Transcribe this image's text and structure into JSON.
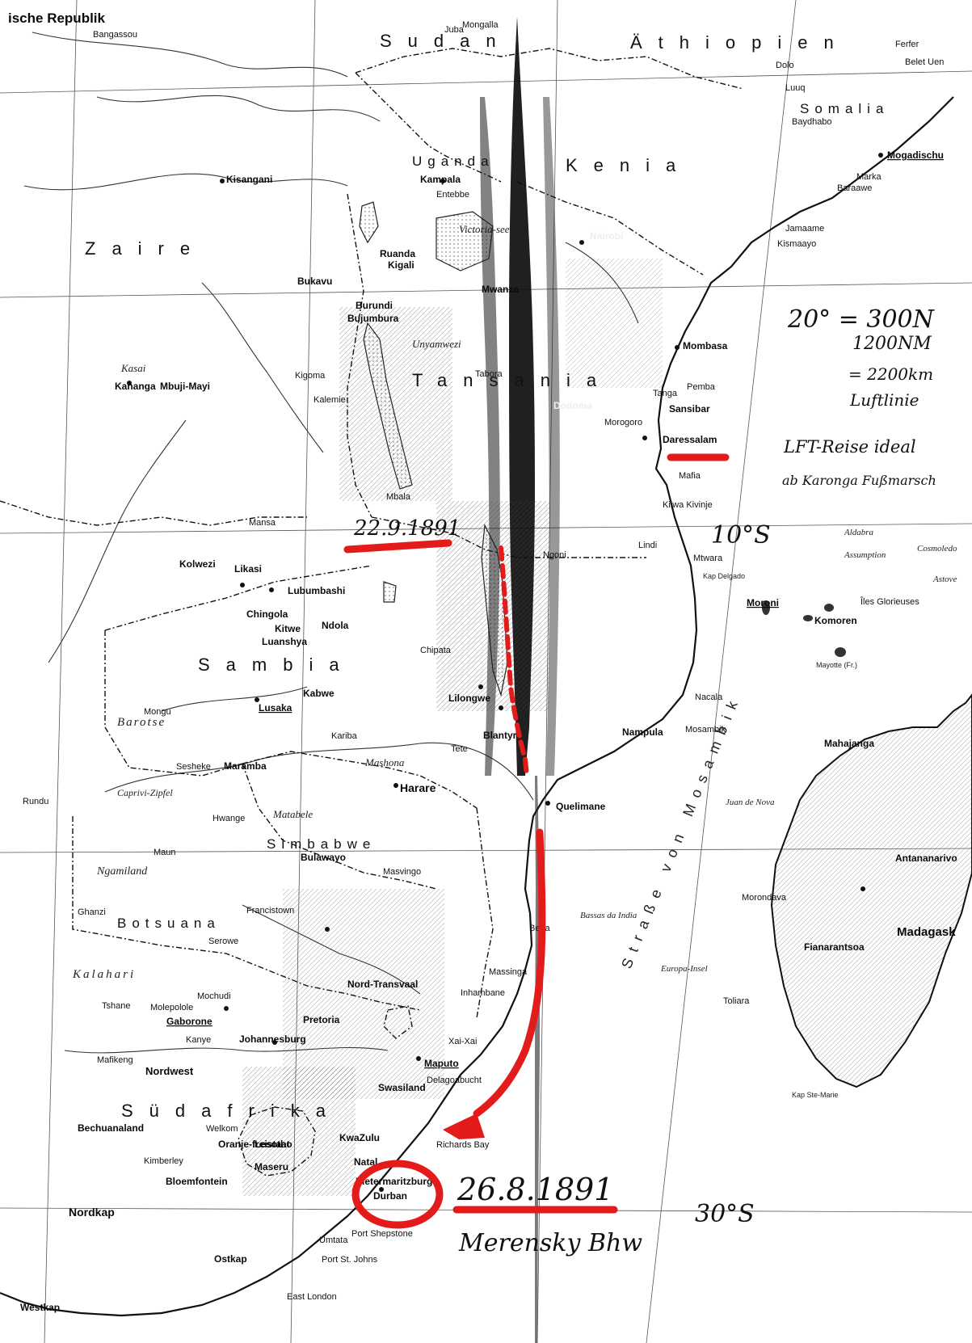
{
  "map": {
    "header": "ische Republik",
    "countries": {
      "sudan": "Sudan",
      "athiopien": "Äthiopien",
      "somalia": "Somalia",
      "uganda": "Uganda",
      "kenia": "Kenia",
      "zaire": "Zaire",
      "tansania": "Tansania",
      "sambia": "Sambia",
      "simbabwe": "Simbabwe",
      "botsuana": "Botsuana",
      "sudafrika": "Südafrika",
      "lesotho": "Lesotho",
      "ruanda": "Ruanda",
      "burundi": "Burundi",
      "madagaskar": "Madagask",
      "komoren": "Komoren"
    },
    "regions": {
      "kalahari": "Kalahari",
      "ngamiland": "Ngamiland",
      "barotse": "Barotse",
      "mashona": "Mashona",
      "matabele": "Matabele",
      "nordwest": "Nordwest",
      "nordkap": "Nordkap",
      "oranje": "Oranje-freistaat",
      "transvaal": "Nord-Transvaal",
      "kwazulu": "KwaZulu",
      "natal": "Natal",
      "swasiland": "Swasiland",
      "ostkap": "Ostkap",
      "westkap": "Westkap",
      "bechuanaland": "Bechuanaland",
      "unyamwezi": "Unyamwezi",
      "kasai": "Kasai",
      "caprivi": "Caprivi-Zipfel",
      "ngoni": "Ngoni"
    },
    "sea_labels": {
      "mosambik_strait": "Straße von Mosambik",
      "lake_victoria": "Victoria-see"
    },
    "places": {
      "bangassou": "Bangassou",
      "juba": "Juba",
      "mongalla": "Mongalla",
      "dolo": "Dolo",
      "ferfer": "Ferfer",
      "beletuen": "Belet Uen",
      "luuq": "Luuq",
      "baydhabo": "Baydhabo",
      "mogadischu": "Mogadischu",
      "marka": "Marka",
      "baraawe": "Baraawe",
      "jamaame": "Jamaame",
      "kismaayo": "Kismaayo",
      "kisangani": "Kisangani",
      "kampala": "Kampala",
      "entebbe": "Entebbe",
      "kigali": "Kigali",
      "bukavu": "Bukavu",
      "bujumbura": "Bujumbura",
      "mwanza": "Mwanza",
      "nairobi": "Nairobi",
      "mombasa": "Mombasa",
      "tanga": "Tanga",
      "pemba": "Pemba",
      "sansibar": "Sansibar",
      "daressalam": "Daressalam",
      "mafia": "Mafia",
      "kilwa": "Kilwa Kivinje",
      "lindi": "Lindi",
      "mtwara": "Mtwara",
      "kapdelgado": "Kap Delgado",
      "dodoma": "Dodoma",
      "tabora": "Tabora",
      "morogoro": "Morogoro",
      "kananga": "Kananga",
      "mbujimayi": "Mbuji-Mayi",
      "kolwezi": "Kolwezi",
      "likasi": "Likasi",
      "lubumbashi": "Lubumbashi",
      "ndola": "Ndola",
      "kitwe": "Kitwe",
      "luanshya": "Luanshya",
      "chingola": "Chingola",
      "kabwe": "Kabwe",
      "lusaka": "Lusaka",
      "lilongwe": "Lilongwe",
      "blantyre": "Blantyre",
      "tete": "Tete",
      "harare": "Harare",
      "bulawayo": "Bulawayo",
      "maramba": "Maramba",
      "gaborone": "Gaborone",
      "johannesburg": "Johannesburg",
      "pretoria": "Pretoria",
      "maputo": "Maputo",
      "delagoabucht": "Delagoabucht",
      "maseru": "Maseru",
      "bloemfontein": "Bloemfontein",
      "kimberley": "Kimberley",
      "pietermaritzburg": "Pietermaritzburg",
      "durban": "Durban",
      "portshepstone": "Port Shepstone",
      "portstjohns": "Port St. Johns",
      "eastlondon": "East London",
      "umtata": "Umtata",
      "richardsbay": "Richards Bay",
      "quelimane": "Quelimane",
      "beira": "Beira",
      "inhambane": "Inhambane",
      "xaixai": "Xai-Xai",
      "nampula": "Nampula",
      "mosambik": "Mosambik",
      "nacala": "Nacala",
      "moroni": "Moroni",
      "mayotte": "Mayotte (Fr.)",
      "mahajanga": "Mahajanga",
      "antananarivo": "Antananarivo",
      "toliara": "Toliara",
      "fianarantsoa": "Fianarantsoa",
      "morondava": "Morondava",
      "juandenova": "Juan de Nova",
      "bassasdaindia": "Bassas da India",
      "europainsel": "Europa-Insel",
      "aldabra": "Aldabra",
      "assumption": "Assumption",
      "cosmoledo": "Cosmoledo",
      "astove": "Astove",
      "ilesglorieuses": "Îles Glorieuses",
      "kapstemarie": "Kap Ste-Marie",
      "francistown": "Francistown",
      "serowe": "Serowe",
      "mochudi": "Mochudi",
      "molepolole": "Molepolole",
      "kanye": "Kanye",
      "welkom": "Welkom",
      "mafikeng": "Mafikeng",
      "massinga": "Massinga",
      "masvingo": "Masvingo",
      "hwange": "Hwange",
      "kariba": "Kariba",
      "chipata": "Chipata",
      "mbala": "Mbala",
      "kigoma": "Kigoma",
      "kalemie": "Kalemie",
      "mansa": "Mansa",
      "mongu": "Mongu",
      "sesheke": "Sesheke",
      "rundu": "Rundu",
      "ghanzi": "Ghanzi",
      "maun": "Maun",
      "tsumeb": "Tshane"
    },
    "annotations": {
      "scale_line1": "20° = 300N",
      "scale_line2": "1200NM",
      "scale_line3": "= 2200km",
      "scale_line4": "Luftlinie",
      "note_line1": "LFT-Reise ideal",
      "note_line2": "ab Karonga Fußmarsch",
      "lat_10s": "10°S",
      "lat_30s": "30°S",
      "date_north": "22.9.1891",
      "date_south": "26.8.1891",
      "name": "Merensky Bhw"
    },
    "colors": {
      "ink": "#111111",
      "paper": "#ffffff",
      "route": "#e41b1b"
    }
  }
}
